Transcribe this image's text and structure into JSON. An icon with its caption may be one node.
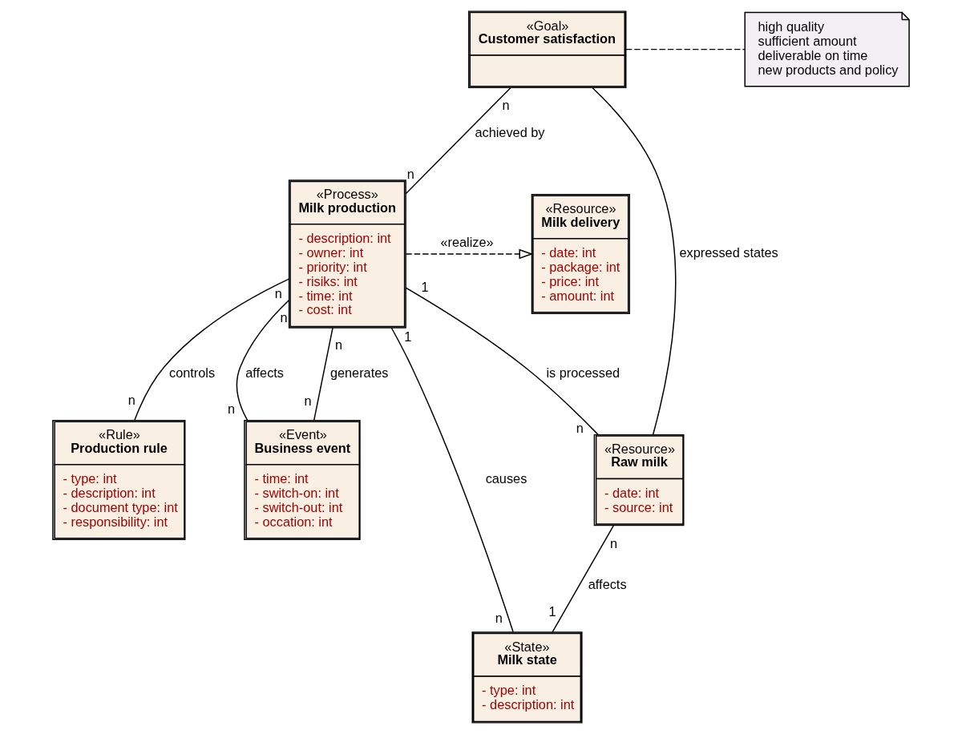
{
  "diagram": {
    "nodes": [
      {
        "text": [
          "«Goal»",
          "Customer satisfaction"
        ]
      },
      {
        "text": [
          "high quality",
          "sufficient amount",
          "deliverable on time",
          "new products and policy"
        ]
      },
      {
        "text": [
          "«Resource»",
          "Milk delivery",
          "- date: int",
          "- package: int",
          "- price: int",
          "- amount: int"
        ]
      },
      {
        "text": [
          "«Process»",
          "Milk production",
          "- description: int",
          "- owner: int",
          "- priority: int",
          "- risiks: int",
          "- time: int",
          "- cost: int"
        ]
      },
      {
        "text": [
          "«Event»",
          "Business event",
          "- time: int",
          "- switch-on: int",
          "- switch-out: int",
          "- occation: int"
        ]
      },
      {
        "text": [
          "«Resource»",
          "Raw milk",
          "- date: int",
          "- source: int"
        ]
      },
      {
        "text": [
          "«State»",
          "Milk state",
          "- type: int",
          "- description: int"
        ]
      },
      {
        "text": [
          "«Rule»",
          "Production rule",
          "- type: int",
          "- description: int",
          "- document type: int",
          "- responsibility: int"
        ]
      }
    ],
    "edges": [
      {
        "from": 0,
        "to": 1,
        "arrow": "none",
        "style": "dashed"
      },
      {
        "from": 0,
        "to": 3,
        "arrow": "none",
        "label": "achieved by"
      },
      {
        "from": 0,
        "to": 5,
        "arrow": "none",
        "label": "expressed states"
      },
      {
        "from": 3,
        "to": 2,
        "arrow": "to",
        "style": "dashed",
        "label": "«realize»"
      },
      {
        "from": 3,
        "to": 4,
        "arrow": "none",
        "label": "affects"
      },
      {
        "from": 3,
        "to": 4,
        "arrow": "none",
        "label": "generates"
      },
      {
        "from": 3,
        "to": 7,
        "arrow": "none",
        "label": "controls"
      },
      {
        "from": 3,
        "to": 5,
        "arrow": "none",
        "label": "is processed"
      },
      {
        "from": 3,
        "to": 6,
        "arrow": "none",
        "label": "causes"
      },
      {
        "from": 5,
        "to": 6,
        "arrow": "none",
        "label": "affects"
      }
    ],
    "labels": [
      "n",
      "n",
      "n",
      "n",
      "1",
      "1",
      "n",
      "n",
      "n",
      "n",
      "n",
      "n",
      "1",
      "n"
    ]
  }
}
